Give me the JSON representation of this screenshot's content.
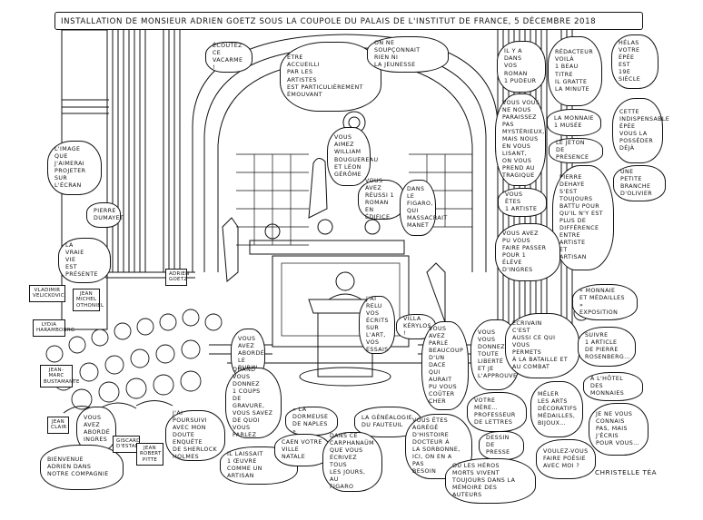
{
  "title": "Installation de Monsieur Adrien Goetz sous la coupole du Palais de l'Institut de France, 5 décembre 2018",
  "signature": "Christelle Téa",
  "speech_bubbles": [
    {
      "id": "ecoutez",
      "text": "Écoutez\nce vacarme !"
    },
    {
      "id": "etre-accueilli",
      "text": "Être\naccueilli\npar les\nartistes\nest particulièrement\némouvant"
    },
    {
      "id": "on-ne-soupconnait",
      "text": "On ne soupçonnait\nrien ni\nla jeunesse"
    },
    {
      "id": "il-ya-dans",
      "text": "Il y a dans\nvos\nroman\n1 pudeur"
    },
    {
      "id": "redacteur",
      "text": "Rédacteur\nvoilà\n1 beau\ntitre\nil gratte\nla minute"
    },
    {
      "id": "helas",
      "text": "Hélas\nvotre\népée\nest\n19e siècle"
    },
    {
      "id": "vous-vous-ne-nous",
      "text": "Vous vous\nne nous\nparaissez\npas\nmystérieux,\nmais nous\nen vous\nlisant,\non vous\nprend au\ntragique"
    },
    {
      "id": "la-monnaie",
      "text": "La monnaie\n1 musée"
    },
    {
      "id": "jeton",
      "text": "Le jeton\nde présence"
    },
    {
      "id": "cette-indispensable",
      "text": "Cette\nindispensable\népée\nvous la\nposséder\ndéjà"
    },
    {
      "id": "une-petite-branche",
      "text": "Une\npetite\nbranche\nd'olivier"
    },
    {
      "id": "pierre-dehaye",
      "text": "Pierre\nDehaye\ns'est toujours\nbattu pour\nqu'il n'y est\nplus de\ndifférence\nentre\nartiste\net\nartisan"
    },
    {
      "id": "vous-etes-artiste",
      "text": "Vous êtes\n1 artiste"
    },
    {
      "id": "vous-avez-pu",
      "text": "Vous avez\npu vous\nfaire passer\npour 1\nélève d'Ingres"
    },
    {
      "id": "limage",
      "text": "L'image\nque j'aimerai\nprojeter\nsur\nl'écran"
    },
    {
      "id": "pierre-dumayet",
      "text": "Pierre\nDumayet"
    },
    {
      "id": "la-vraie-vie",
      "text": "La\nvraie\nvie\nest présente"
    },
    {
      "id": "vous-aimez-william",
      "text": "Vous\naimez\nWilliam\nBouguereau\net Léon\nGérôme"
    },
    {
      "id": "vous-avez-reussi",
      "text": "Vous avez\nréussi 1\nroman en\nédifice"
    },
    {
      "id": "dans-le-figaro",
      "text": "Dans\nle\nFigaro,\nqui\nmassacrait\nManet"
    },
    {
      "id": "jai-relu",
      "text": "J'ai\nrelu\nvos\nécrits\nsur l'art,\nvos essais"
    },
    {
      "id": "villa-kerylos",
      "text": "Villa\nKérylos !"
    },
    {
      "id": "vous-avez-parle",
      "text": "Vous\navez\nparlé\nbeaucoup\nd'un dace\nqui aurait\npu vous\ncoûter\ncher"
    },
    {
      "id": "vous-donnez-liberte",
      "text": "Vous\nvous\ndonnez\ntoute\nliberté\net je\nl'approuve"
    },
    {
      "id": "ecrivain",
      "text": "Écrivain\nc'est\naussi ce qui\nvous\npermets\nà la bataille et\nau combat"
    },
    {
      "id": "monnaie-medailles",
      "text": "« Monnaie\net médailles »\nexposition"
    },
    {
      "id": "suivre-article",
      "text": "Suivre\n1 article\nde Pierre\nRosenberg…"
    },
    {
      "id": "hotel-monnaies",
      "text": "À l'Hôtel\ndes Monnaies"
    },
    {
      "id": "meler-arts",
      "text": "Mêler\nles arts\ndécoratifs\nmédailles,\nbijoux…"
    },
    {
      "id": "je-ne-vous-connais",
      "text": "Je ne vous\nconnais\npas, mais\nj'écris\npour vous…"
    },
    {
      "id": "voulez-vous",
      "text": "Voulez-vous\nfaire poésie\navec moi ?"
    },
    {
      "id": "votre-mere",
      "text": "Votre\nmère…\nprofesseur\nde lettres"
    },
    {
      "id": "vous-avez-aborde-burin",
      "text": "Vous\navez\nabordé\nle\nburin"
    },
    {
      "id": "quand-vous-donnez",
      "text": "Quand vous\ndonnez\n1 coups\nde gravure,\nvous savez\nde quoi vous\nparlez"
    },
    {
      "id": "la-dormeuse",
      "text": "« La Dormeuse\nde Naples »"
    },
    {
      "id": "la-genealogie",
      "text": "La généalogie\ndu fauteuil"
    },
    {
      "id": "vous-etes-agrege",
      "text": "Vous êtes\nagrégé\nd'histoire\ndocteur à\nla Sorbonne,\nici, on en a pas\nbesoin"
    },
    {
      "id": "dessin-presse",
      "text": "Dessin\nde presse"
    },
    {
      "id": "ou-les-heros",
      "text": "Où les héros\nmorts vivent\ntoujours dans la\nmémoire des auteurs"
    },
    {
      "id": "jai-poursuivi",
      "text": "J'ai poursuivi\navec mon\ndoute enquête\nde Sherlock\nHolmes"
    },
    {
      "id": "il-laissait",
      "text": "Il laissait\n1 œuvre\ncomme un artisan"
    },
    {
      "id": "caen",
      "text": "Caen votre\nville natale"
    },
    {
      "id": "dans-ce-carphanaum",
      "text": "Dans ce\ncarphanaüm\nque vous\nécrivez tous\nles jours, au\nFigaro"
    },
    {
      "id": "vous-avez-aborde-ingres",
      "text": "Vous\navez\nabordé\nIngres"
    },
    {
      "id": "bienvenue",
      "text": "Bienvenue\nAdrien dans\nnotre compagnie"
    }
  ],
  "name_labels": [
    {
      "id": "vladimir-velickovic",
      "text": "Vladimir\nVelickovic"
    },
    {
      "id": "jean-michel-othoniel",
      "text": "Jean\nMichel\nOthoniel"
    },
    {
      "id": "lydia-harambourg",
      "text": "Lydia\nHarambourg"
    },
    {
      "id": "jean-marc-bustamante",
      "text": "Jean-\nMarc\nBustamante"
    },
    {
      "id": "adrien-goetz",
      "text": "Adrien\nGoetz"
    },
    {
      "id": "jean-clair",
      "text": "Jean\nClair"
    },
    {
      "id": "giscard-destaing",
      "text": "Giscard\nd'Estaing"
    },
    {
      "id": "jean-robert-pitte",
      "text": "Jean\nRobert\nPitte"
    }
  ],
  "colors": {
    "ink": "#111111",
    "paper": "#ffffff"
  }
}
